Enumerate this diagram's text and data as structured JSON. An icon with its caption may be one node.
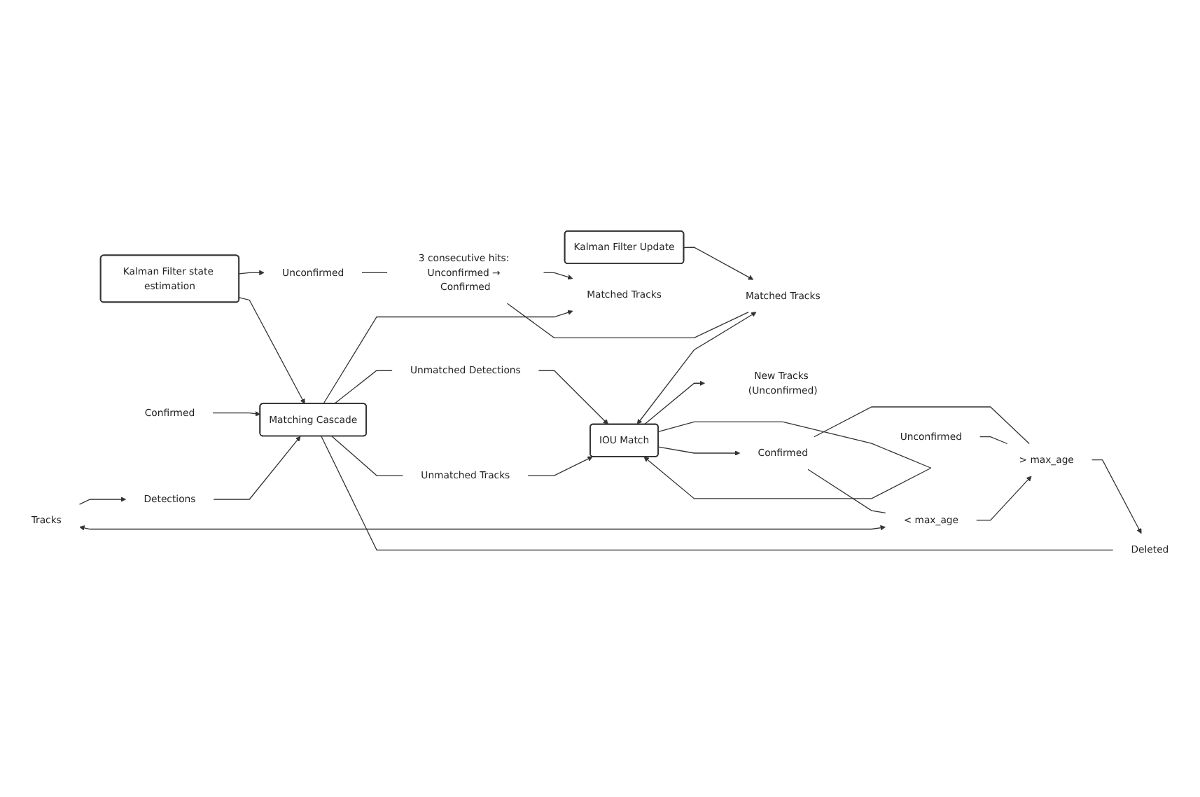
{
  "diagram": {
    "nodes": [
      {
        "text": [
          "Kalman Filter Update"
        ]
      },
      {
        "text": [
          "3 consecutive hits: Unconfirmed → Confirmed"
        ]
      },
      {
        "text": [
          "Tracks"
        ]
      },
      {
        "text": [
          "Kalman Filter state estimation"
        ]
      },
      {
        "text": [
          "Unconfirmed"
        ]
      },
      {
        "text": [
          "Confirmed"
        ]
      },
      {
        "text": [
          "Detections"
        ]
      },
      {
        "text": [
          "Matching Cascade"
        ]
      },
      {
        "text": [
          "Matched Tracks"
        ]
      },
      {
        "text": [
          "Matched Tracks"
        ]
      },
      {
        "text": [
          "New Tracks (Unconfirmed)"
        ]
      },
      {
        "text": [
          "Unmatched Detections"
        ]
      },
      {
        "text": [
          "Unmatched Tracks"
        ]
      },
      {
        "text": [
          "IOU Match"
        ]
      },
      {
        "text": [
          "< max_age"
        ]
      },
      {
        "text": [
          "Confirmed"
        ]
      },
      {
        "text": [
          "Unconfirmed"
        ]
      },
      {
        "text": [
          "> max_age"
        ]
      },
      {
        "text": [
          "Deleted"
        ]
      }
    ],
    "edges": [
      {
        "from": 14,
        "to": 2,
        "arrow": "both"
      },
      {
        "from": 0,
        "to": 9,
        "arrow": "to"
      },
      {
        "from": 3,
        "to": 4,
        "arrow": "to"
      },
      {
        "from": 4,
        "to": 1,
        "arrow": "none"
      },
      {
        "from": 1,
        "to": 8,
        "arrow": "to"
      },
      {
        "from": 1,
        "to": 9,
        "arrow": "none"
      },
      {
        "from": 3,
        "to": 7,
        "arrow": "to"
      },
      {
        "from": 5,
        "to": 7,
        "arrow": "to"
      },
      {
        "from": 2,
        "to": 6,
        "arrow": "to"
      },
      {
        "from": 6,
        "to": 7,
        "arrow": "to"
      },
      {
        "from": 7,
        "to": 8,
        "arrow": "to"
      },
      {
        "from": 7,
        "to": 11,
        "arrow": "none"
      },
      {
        "from": 7,
        "to": 12,
        "arrow": "none"
      },
      {
        "from": 11,
        "to": 13,
        "arrow": "to"
      },
      {
        "from": 12,
        "to": 13,
        "arrow": "to"
      },
      {
        "from": 13,
        "to": 13,
        "arrow": "to"
      },
      {
        "from": 13,
        "to": 9,
        "arrow": "both"
      },
      {
        "from": 13,
        "to": 10,
        "arrow": "to"
      },
      {
        "from": 13,
        "to": 15,
        "arrow": "to"
      },
      {
        "from": 15,
        "to": 14,
        "arrow": "none"
      },
      {
        "from": 15,
        "to": 17,
        "arrow": "none"
      },
      {
        "from": 16,
        "to": 17,
        "arrow": "none"
      },
      {
        "from": 14,
        "to": 17,
        "arrow": "to"
      },
      {
        "from": 17,
        "to": 18,
        "arrow": "to"
      },
      {
        "from": 7,
        "to": 18,
        "arrow": "none"
      }
    ]
  }
}
